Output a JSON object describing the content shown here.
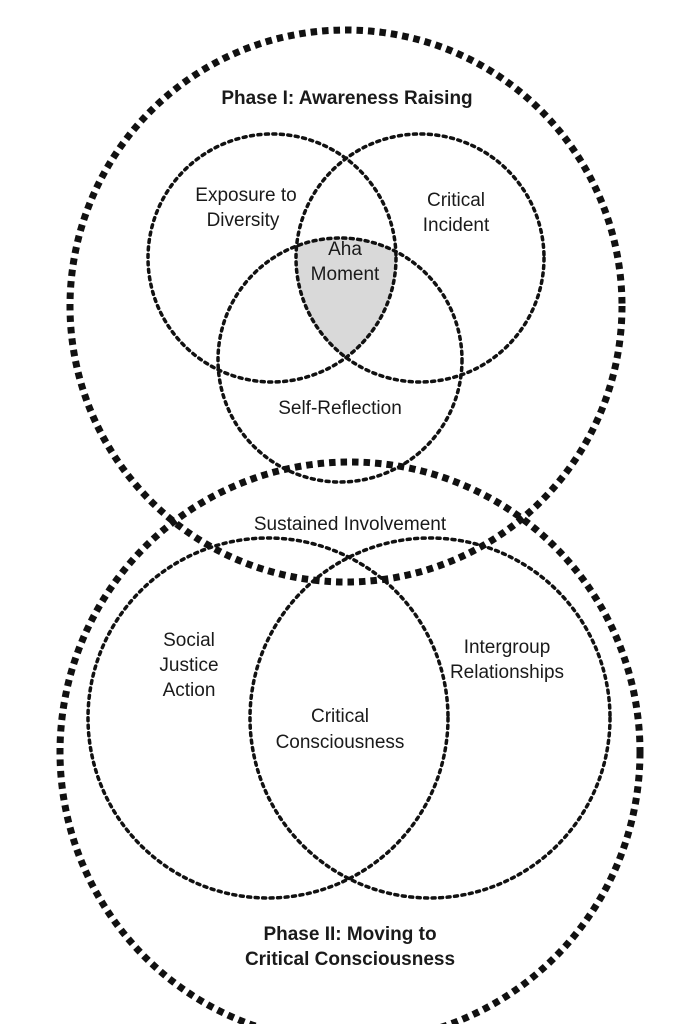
{
  "phase1": {
    "title": "Phase I: Awareness Raising",
    "exposure": [
      "Exposure to",
      "Diversity"
    ],
    "critical_incident": [
      "Critical",
      "Incident"
    ],
    "aha_moment": [
      "Aha",
      "Moment"
    ],
    "self_reflection": "Self-Reflection"
  },
  "phase2": {
    "sustained_involvement": "Sustained Involvement",
    "social_justice_action": [
      "Social",
      "Justice",
      "Action"
    ],
    "intergroup_relationships": [
      "Intergroup",
      "Relationships"
    ],
    "critical_consciousness": [
      "Critical",
      "Consciousness"
    ],
    "title": [
      "Phase II: Moving to",
      "Critical Consciousness"
    ]
  },
  "colors": {
    "stroke": "#111111",
    "aha_fill": "#d9d9d9"
  }
}
